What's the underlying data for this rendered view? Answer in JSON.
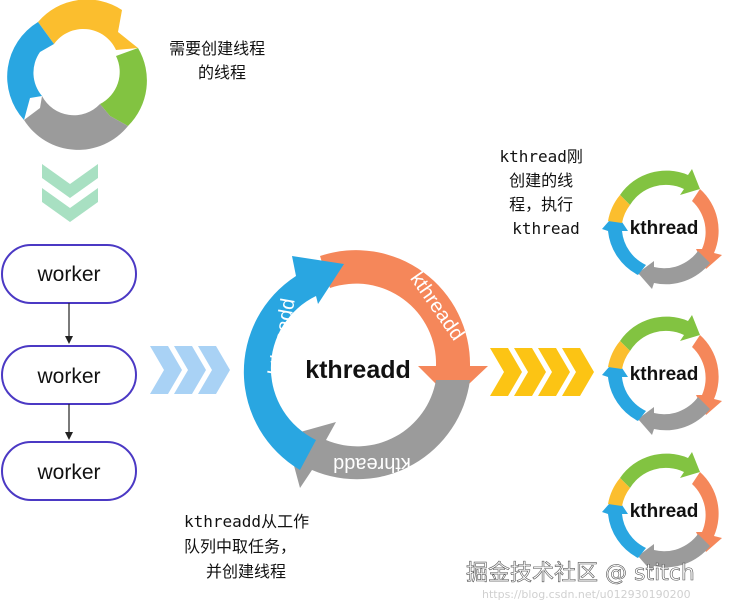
{
  "captions": {
    "thread_to_create": [
      "需要创建线程",
      "的线程"
    ],
    "kthread_created": [
      "kthread刚",
      "创建的线",
      "程，执行",
      "kthread"
    ],
    "kthreadd_action": [
      "kthreadd从工作",
      "队列中取任务，",
      "并创建线程"
    ]
  },
  "workers": [
    "worker",
    "worker",
    "worker"
  ],
  "center": {
    "title": "kthreadd",
    "segments": [
      "kthreadd",
      "kthreadd",
      "kthreadd"
    ]
  },
  "small_cycles": [
    "kthread",
    "kthread",
    "kthread"
  ],
  "watermark": {
    "text": "掘金技术社区 @ stitch",
    "url": "https://blog.csdn.net/u012930190200"
  },
  "colors": {
    "yellow": "#FBBE2E",
    "green": "#82C341",
    "gray": "#9B9B9B",
    "blue": "#29A6E1",
    "orange": "#F5875A",
    "light_green": "#A8E0C2",
    "light_blue": "#A9D2F5",
    "arrow_yellow": "#FCC414",
    "worker_border": "#4B39C4"
  }
}
